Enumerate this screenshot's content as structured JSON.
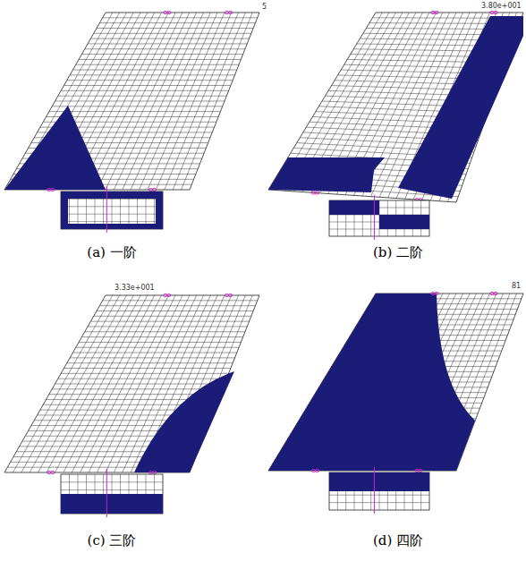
{
  "diagram": {
    "labels": [
      "5",
      "3.80e+001",
      "(a) 一阶",
      "(b) 二阶",
      "3.33e+001",
      "81",
      "(c) 三阶",
      "(d) 四阶"
    ]
  }
}
